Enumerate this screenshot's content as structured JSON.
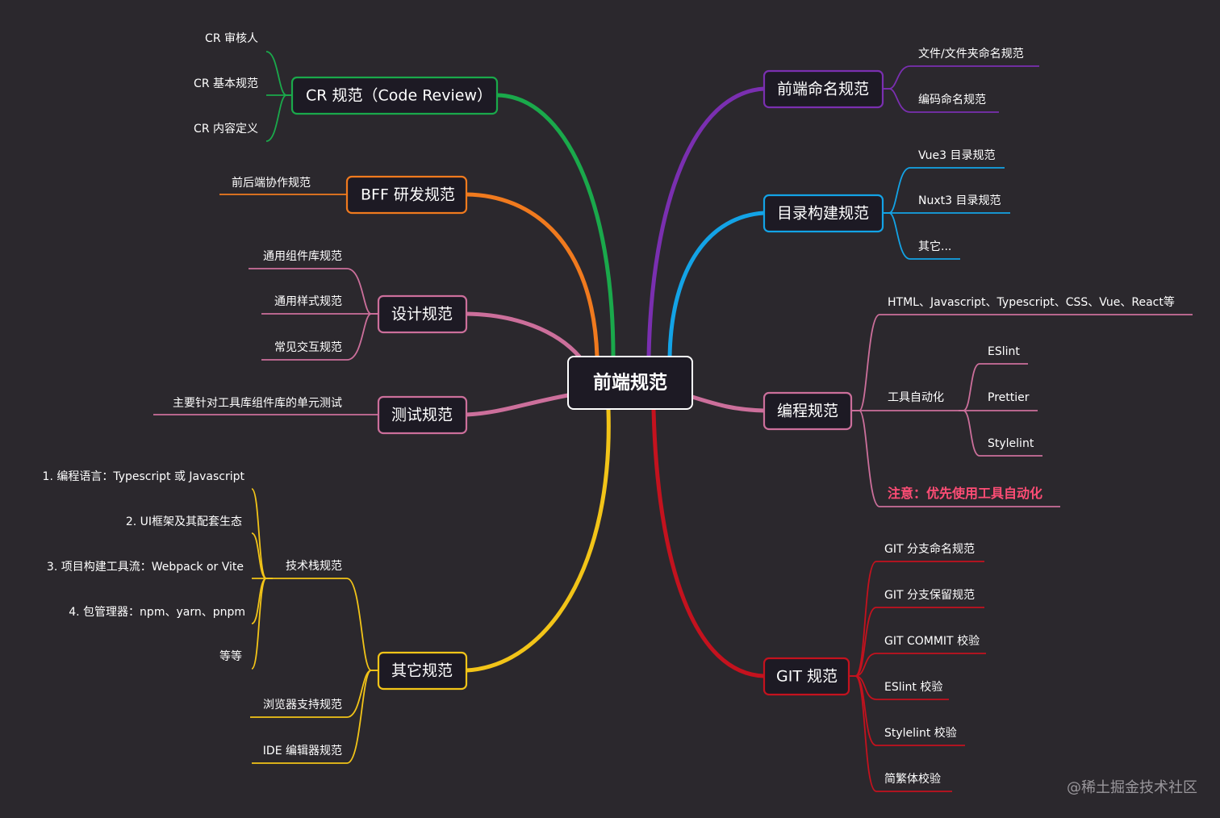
{
  "center": {
    "label": "前端规范"
  },
  "branches": {
    "cr": {
      "label": "CR 规范（Code Review）",
      "color": "#1aa94b",
      "items": [
        "CR 审核人",
        "CR 基本规范",
        "CR 内容定义"
      ]
    },
    "bff": {
      "label": "BFF 研发规范",
      "color": "#f07a1e",
      "items": [
        "前后端协作规范"
      ]
    },
    "design": {
      "label": "设计规范",
      "color": "#cc6f9b",
      "items": [
        "通用组件库规范",
        "通用样式规范",
        "常见交互规范"
      ]
    },
    "test": {
      "label": "测试规范",
      "color": "#cc6f9b",
      "items": [
        "主要针对工具库组件库的单元测试"
      ]
    },
    "other": {
      "label": "其它规范",
      "color": "#f2c418",
      "tech": {
        "label": "技术栈规范",
        "items": [
          "1. 编程语言：Typescript 或 Javascript",
          "2. UI框架及其配套生态",
          "3. 项目构建工具流：Webpack or Vite",
          "4. 包管理器：npm、yarn、pnpm",
          "等等"
        ]
      },
      "items": [
        "浏览器支持规范",
        "IDE 编辑器规范"
      ]
    },
    "naming": {
      "label": "前端命名规范",
      "color": "#7a2fb0",
      "items": [
        "文件/文件夹命名规范",
        "编码命名规范"
      ]
    },
    "dir": {
      "label": "目录构建规范",
      "color": "#13a3e6",
      "items": [
        "Vue3 目录规范",
        "Nuxt3 目录规范",
        "其它..."
      ]
    },
    "coding": {
      "label": "编程规范",
      "color": "#cc6f9b",
      "langs": "HTML、Javascript、Typescript、CSS、Vue、React等",
      "tools": {
        "label": "工具自动化",
        "items": [
          "ESlint",
          "Prettier",
          "Stylelint"
        ]
      },
      "note": "注意：优先使用工具自动化"
    },
    "git": {
      "label": "GIT 规范",
      "color": "#c4121e",
      "items": [
        "GIT 分支命名规范",
        "GIT 分支保留规范",
        "GIT COMMIT 校验",
        "ESlint 校验",
        "Stylelint 校验",
        "简繁体校验"
      ]
    }
  },
  "watermark": "@稀土掘金技术社区"
}
